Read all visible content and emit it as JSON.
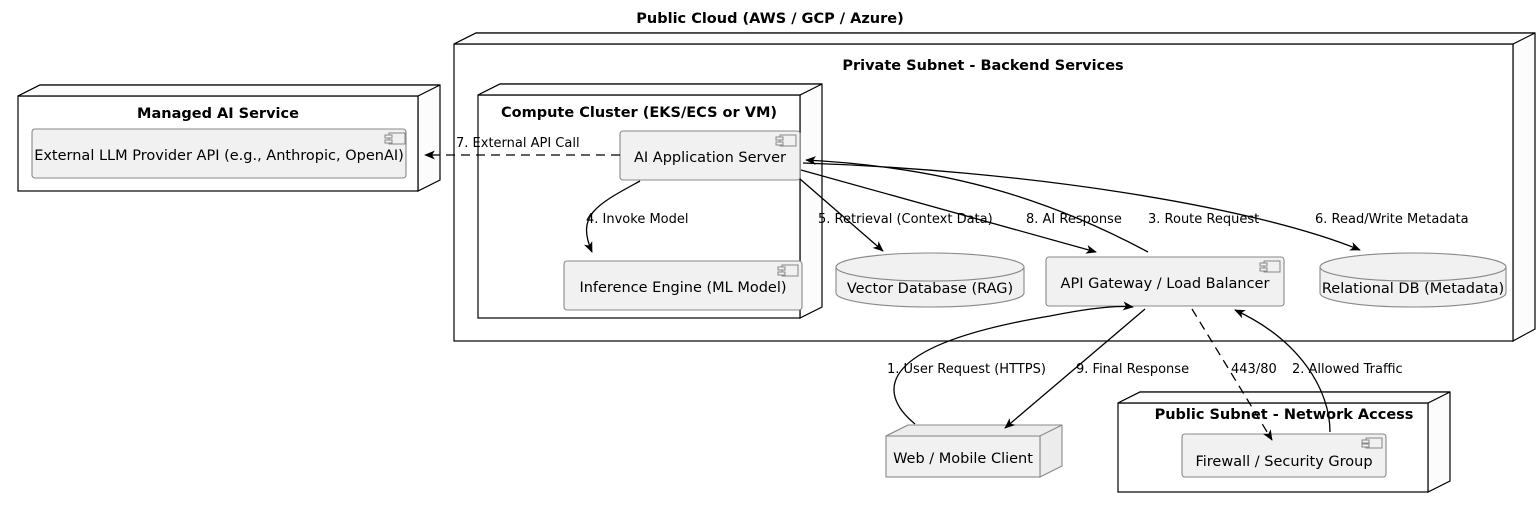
{
  "diagram": {
    "kind": "uml-deployment-diagram",
    "colors": {
      "background": "#ffffff",
      "node_fill": "#ffffff",
      "component_fill": "#f1f1f1",
      "component_stroke": "#888888",
      "node_stroke": "#000000",
      "edge": "#000000"
    }
  },
  "public_cloud": {
    "title": "Public Cloud (AWS / GCP / Azure)"
  },
  "nodes": {
    "managed_ai_service": {
      "title": "Managed AI Service",
      "component": {
        "label": "External LLM Provider API (e.g., Anthropic, OpenAI)",
        "icon": "component-icon"
      }
    },
    "private_subnet": {
      "title": "Private Subnet - Backend Services"
    },
    "compute_cluster": {
      "title": "Compute Cluster (EKS/ECS or VM)",
      "components": [
        {
          "label": "AI Application Server",
          "icon": "component-icon"
        },
        {
          "label": "Inference Engine (ML Model)",
          "icon": "component-icon"
        }
      ]
    },
    "vector_database": {
      "label": "Vector Database (RAG)",
      "shape": "database-cylinder"
    },
    "api_gateway": {
      "label": "API Gateway / Load Balancer",
      "icon": "component-icon"
    },
    "relational_db": {
      "label": "Relational DB (Metadata)",
      "shape": "database-cylinder"
    },
    "public_subnet": {
      "title": "Public Subnet - Network Access",
      "component": {
        "label": "Firewall / Security Group",
        "icon": "component-icon"
      }
    },
    "web_mobile_client": {
      "label": "Web / Mobile Client",
      "shape": "node-3d-box"
    }
  },
  "edges": [
    {
      "id": "e1",
      "label": "1. User Request (HTTPS)",
      "from": "web_mobile_client",
      "to": "api_gateway",
      "style": "solid"
    },
    {
      "id": "e2",
      "label": "2. Allowed Traffic",
      "from": "firewall_security_group",
      "to": "api_gateway",
      "style": "solid"
    },
    {
      "id": "e3",
      "label": "3. Route Request",
      "from": "api_gateway",
      "to": "ai_application_server",
      "style": "solid"
    },
    {
      "id": "e4",
      "label": "4. Invoke Model",
      "from": "ai_application_server",
      "to": "inference_engine",
      "style": "solid"
    },
    {
      "id": "e5",
      "label": "5. Retrieval (Context Data)",
      "from": "ai_application_server",
      "to": "vector_database",
      "style": "solid"
    },
    {
      "id": "e6",
      "label": "6. Read/Write Metadata",
      "from": "ai_application_server",
      "to": "relational_db",
      "style": "solid"
    },
    {
      "id": "e7",
      "label": "7. External API Call",
      "from": "ai_application_server",
      "to": "external_llm_provider_api",
      "style": "dashed"
    },
    {
      "id": "e8",
      "label": "8. AI Response",
      "from": "ai_application_server",
      "to": "api_gateway",
      "style": "solid"
    },
    {
      "id": "e9",
      "label": "9. Final Response",
      "from": "api_gateway",
      "to": "web_mobile_client",
      "style": "solid"
    },
    {
      "id": "e10",
      "label": "443/80",
      "from": "api_gateway",
      "to": "firewall_security_group",
      "style": "dashed"
    }
  ]
}
